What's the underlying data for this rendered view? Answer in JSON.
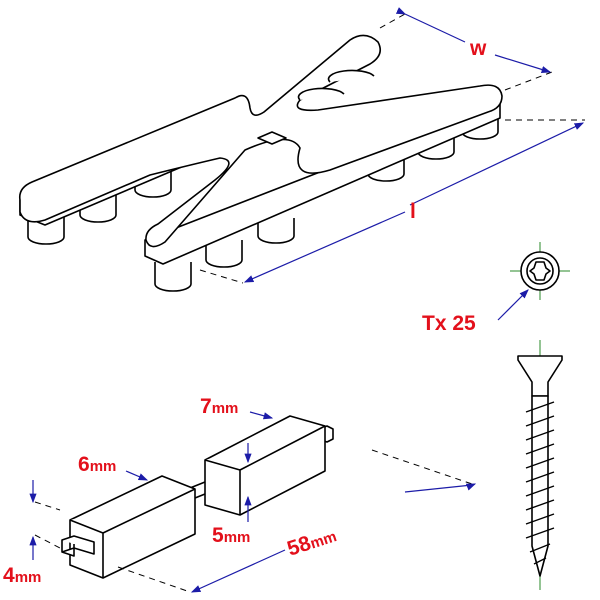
{
  "labels": {
    "width": "w",
    "length": "l",
    "torx": "Tx 25",
    "dim_7": {
      "num": "7",
      "unit": "mm"
    },
    "dim_6": {
      "num": "6",
      "unit": "mm"
    },
    "dim_5": {
      "num": "5",
      "unit": "mm"
    },
    "dim_58": {
      "num": "58",
      "unit": "mm"
    },
    "dim_4": {
      "num": "4",
      "unit": "mm"
    }
  },
  "colors": {
    "label": "#e3101b",
    "dimension": "#1c1ca8",
    "axis": "#2a8a2a"
  }
}
